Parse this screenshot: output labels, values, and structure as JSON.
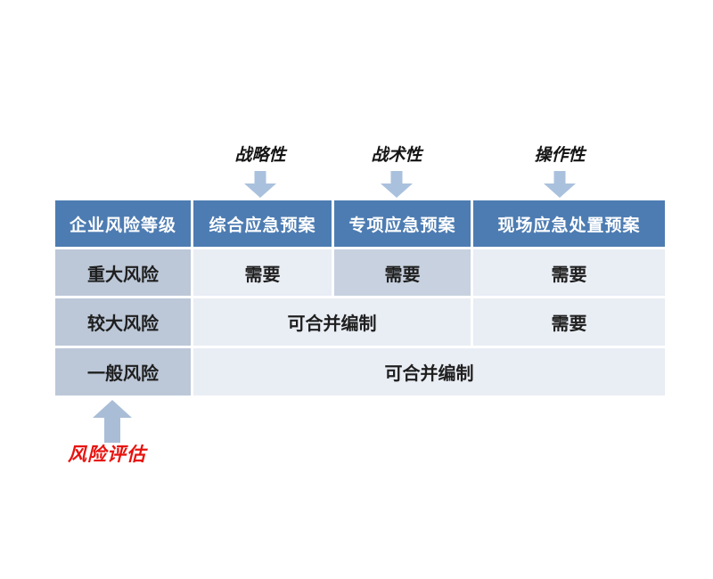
{
  "diagram": {
    "top_labels": [
      {
        "text": "战略性"
      },
      {
        "text": "战术性"
      },
      {
        "text": "操作性"
      }
    ],
    "bottom_label": {
      "text": "风险评估",
      "color": "#e8130f"
    },
    "table": {
      "header": [
        "企业风险等级",
        "综合应急预案",
        "专项应急预案",
        "现场应急处置预案"
      ],
      "rows": [
        {
          "level": "重大风险",
          "cells": [
            {
              "text": "需要",
              "highlighted": false
            },
            {
              "text": "需要",
              "highlighted": true
            },
            {
              "text": "需要",
              "highlighted": false
            }
          ]
        },
        {
          "level": "较大风险",
          "cells": [
            {
              "text": "可合并编制",
              "colspan": 2
            },
            {
              "text": "需要",
              "colspan": 1
            }
          ]
        },
        {
          "level": "一般风险",
          "cells": [
            {
              "text": "可合并编制",
              "colspan": 3
            }
          ]
        }
      ]
    },
    "icons": {
      "down_arrows": [
        "down-arrow-icon",
        "down-arrow-icon",
        "down-arrow-icon"
      ],
      "up_arrow": "up-arrow-icon"
    },
    "colors": {
      "header_bg": "#4d7cb2",
      "header_text": "#ffffff",
      "level_cell_bg": "#bcc8d8",
      "highlight_cell_bg": "#c7d1df",
      "cell_bg": "#e9edf4",
      "arrow_fill": "#a9c1dd",
      "accent_red": "#e8130f",
      "body_text": "#1f1f1f"
    }
  }
}
